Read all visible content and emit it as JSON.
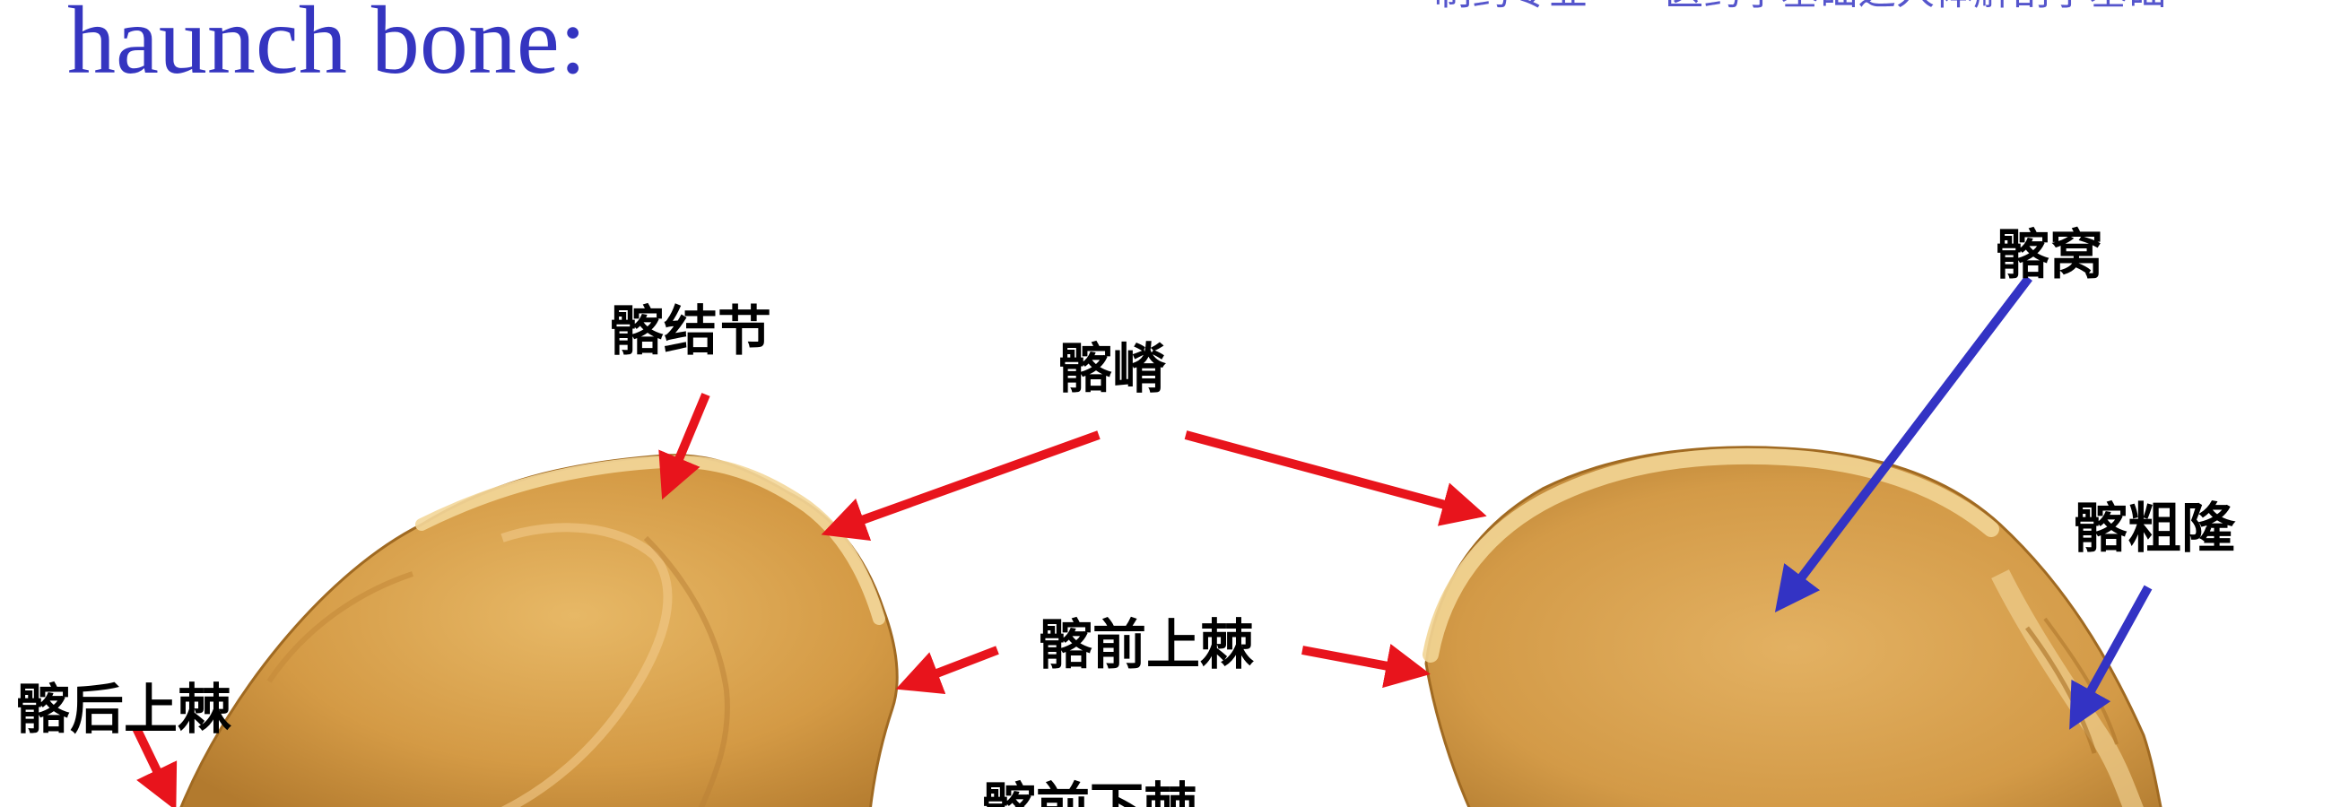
{
  "slide": {
    "title": "haunch bone:",
    "header_note": "制药专业——医药学基础之人体解剖学基础"
  },
  "figure": {
    "labels": {
      "iliac_tubercle": "髂结节",
      "iliac_crest": "髂嵴",
      "iliac_fossa": "髂窝",
      "iliac_tuberosity": "髂粗隆",
      "anterior_superior_iliac_spine": "髂前上棘",
      "posterior_superior_iliac_spine": "髂后上棘",
      "anterior_inferior_iliac_spine": "髂前下棘"
    },
    "colors": {
      "bone": "#d9a04a",
      "bone_light": "#f0cd86",
      "bone_dark": "#a86f25",
      "arrow_red": "#e8141c",
      "arrow_blue": "#3333c4",
      "title_blue": "#3535c0"
    }
  }
}
